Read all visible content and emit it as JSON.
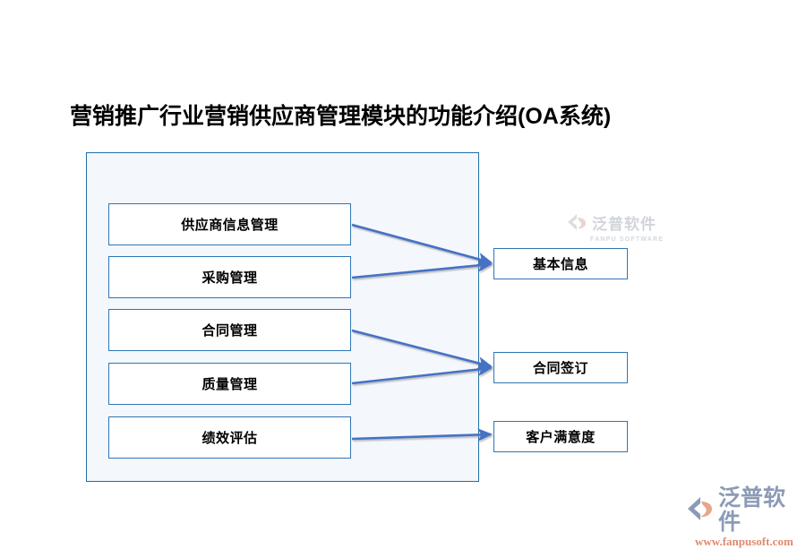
{
  "page": {
    "title": "营销推广行业营销供应商管理模块的功能介绍(OA系统)",
    "background_color": "#ffffff"
  },
  "diagram": {
    "frame": {
      "fill_color": "#f4f7fc",
      "border_color": "#1f6fa5"
    },
    "node_style": {
      "fill_color": "#ffffff",
      "border_color": "#2f76b4",
      "text_color": "#000000"
    },
    "arrow_color": "#4472c4",
    "left_nodes": [
      {
        "label": "供应商信息管理"
      },
      {
        "label": "采购管理"
      },
      {
        "label": "合同管理"
      },
      {
        "label": "质量管理"
      },
      {
        "label": "绩效评估"
      }
    ],
    "right_nodes": [
      {
        "label": "基本信息"
      },
      {
        "label": "合同签订"
      },
      {
        "label": "客户满意度"
      }
    ],
    "connections": [
      {
        "from": "供应商信息管理",
        "to": "基本信息"
      },
      {
        "from": "采购管理",
        "to": "基本信息"
      },
      {
        "from": "合同管理",
        "to": "合同签订"
      },
      {
        "from": "质量管理",
        "to": "合同签订"
      },
      {
        "from": "绩效评估",
        "to": "客户满意度"
      }
    ]
  },
  "watermark": {
    "name": "泛普软件",
    "subtitle": "FANPU SOFTWARE",
    "color": "#c9cdd4"
  },
  "logo": {
    "name": "泛普软件",
    "url": "www.fanpusoft.com",
    "name_color": "#8c9bb5",
    "url_color": "#e08a6e"
  }
}
